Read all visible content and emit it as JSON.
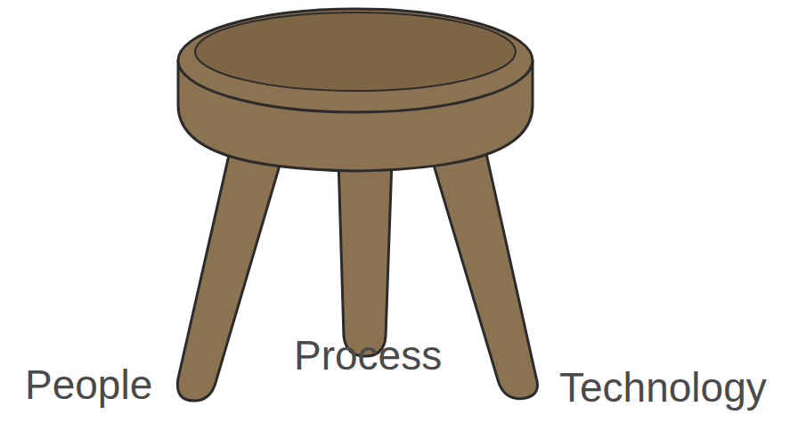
{
  "diagram": {
    "labels": [
      "People",
      "Process",
      "Technology"
    ]
  }
}
